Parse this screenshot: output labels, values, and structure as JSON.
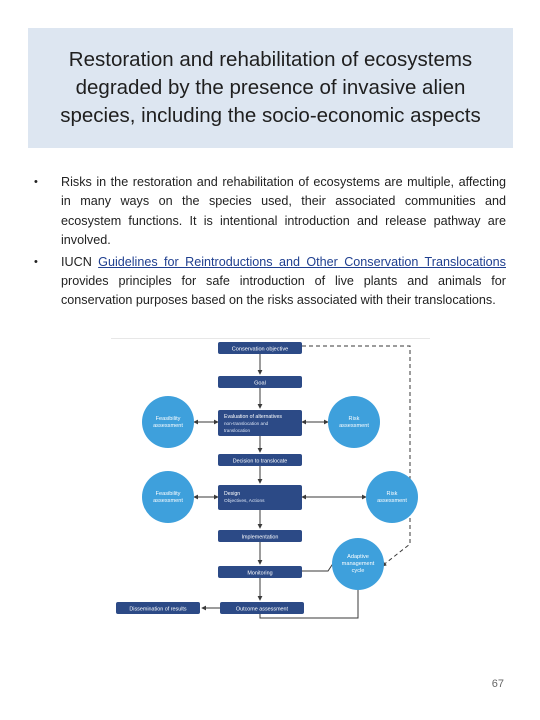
{
  "slide": {
    "title": "Restoration and rehabilitation of ecosystems degraded by the presence of invasive alien species, including the socio-economic aspects",
    "bullet1": "Risks in the restoration and rehabilitation of ecosystems are multiple, affecting in many ways on the species used, their associated communities and ecosystem functions. It is intentional introduction and release pathway are involved.",
    "bullet2_prefix": "IUCN ",
    "bullet2_link": "Guidelines for Reintroductions and Other Conservation Translocations",
    "bullet2_suffix": " provides principles for safe introduction of live plants and animals for conservation purposes based on the risks associated with their translocations.",
    "page_number": "67"
  },
  "diagram": {
    "boxes": {
      "conservation_objective": "Conservation objective",
      "goal": "Goal",
      "evaluation_line1": "Evaluation of alternatives",
      "evaluation_line2": "non-translocation and",
      "evaluation_line3": "translocation",
      "decision": "Decision to translocate",
      "design_line1": "Design",
      "design_line2": "Objectives, Actions",
      "implementation": "Implementation",
      "monitoring": "Monitoring",
      "outcome": "Outcome assessment",
      "dissemination": "Dissemination of results"
    },
    "circles": {
      "feasibility1_line1": "Feasibility",
      "feasibility1_line2": "assessment",
      "risk1_line1": "Risk",
      "risk1_line2": "assessment",
      "feasibility2_line1": "Feasibility",
      "feasibility2_line2": "assessment",
      "risk2_line1": "Risk",
      "risk2_line2": "assessment",
      "adaptive_line1": "Adaptive",
      "adaptive_line2": "management",
      "adaptive_line3": "cycle"
    },
    "colors": {
      "box": "#2c4a86",
      "circle": "#3ea0dc",
      "line": "#3a3a3a"
    }
  }
}
